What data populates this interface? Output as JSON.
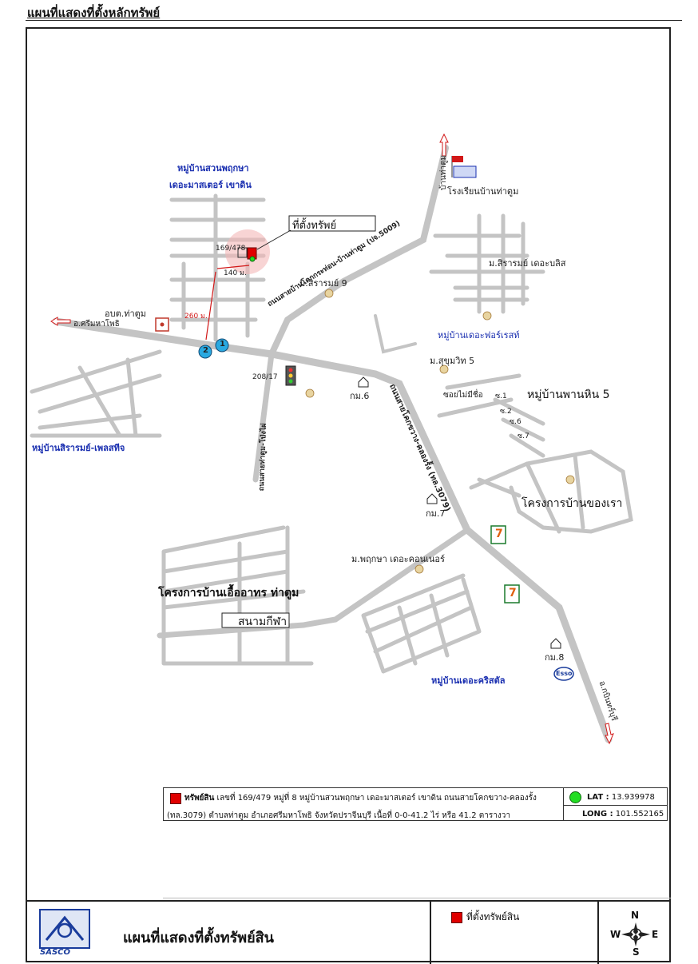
{
  "page": {
    "header_title": "แผนที่แสดงที่ตั้งหลักทรัพย์",
    "bottom_title": "แผนที่แสดงที่ตั้งทรัพย์สิน",
    "logo_text": "SASCO",
    "legend_marker_label": "ที่ตั้งทรัพย์สิน",
    "compass": {
      "n": "N",
      "s": "S",
      "e": "E",
      "w": "W"
    }
  },
  "labels": {
    "v_suanpruksa_1": "หมู่บ้านสวนพฤกษา",
    "v_suanpruksa_2": "เดอะมาสเตอร์ เขาดิน",
    "asset_box": "ที่ตั้งทรัพย์",
    "house_no": "169/478",
    "dist_140": "140 ม.",
    "dist_260": "260 ม.",
    "abt": "อบต.ท่าตูม",
    "to_srimahaphot": "อ.ศรีมหาโพธิ",
    "num1": "1",
    "num2": "2",
    "m_sirarom9": "ม.สิรารมย์ 9",
    "road_1": "ถนนสายบ้านโคกกระท่อน-บ้านท่าตูม (ปจ.5009)",
    "to_thatum": "บ้านท่าตูม",
    "school": "โรงเรียนบ้านท่าตูม",
    "m_sirarom_bliss": "ม.สิรารมย์ เดอะบลิส",
    "v_forest": "หมู่บ้านเดอะฟอร์เรสท์",
    "m_sukhumvit5": "ม.สุขุมวิท 5",
    "soi_noname": "ซอยไม่มีชื่อ",
    "s1": "ซ.1",
    "s2": "ซ.2",
    "s6": "ซ.6",
    "s7": "ซ.7",
    "v_panhin5": "หมู่บ้านพานหิน 5",
    "km6": "กม.6",
    "km7": "กม.7",
    "km8": "กม.8",
    "n208": "208/17",
    "road_2": "ถนนสายโคกขวาง-คลองรั้ง (ทล.3079)",
    "road_3": "ถนนสายท่าตูม-โป่งไผ่",
    "v_sirarom_prestige": "หมู่บ้านสิรารมย์-เพลสทีจ",
    "proj_ban_khong_rao": "โครงการบ้านของเรา",
    "m_pruksa_corner": "ม.พฤกษา เดอะคอนเนอร์",
    "proj_uea_athon": "โครงการบ้านเอื้ออาทร ท่าตูม",
    "stadium": "สนามกีฬา",
    "v_crystal": "หมู่บ้านเดอะคริสตัล",
    "to_kabinburi": "อ.กบินทร์บุรี",
    "esso": "Esso",
    "seven_a": "7",
    "seven_b": "7"
  },
  "legend": {
    "asset_label": "ทรัพย์สิน",
    "line1": "เลขที่ 169/479 หมู่ที่ 8 หมู่บ้านสวนพฤกษา เดอะมาสเตอร์ เขาดิน ถนนสายโคกขวาง-คลองรั้ง",
    "line2": "(ทล.3079) ตำบลท่าตูม อำเภอศรีมหาโพธิ จังหวัดปราจีนบุรี เนื้อที่ 0-0-41.2 ไร่ หรือ 41.2 ตารางวา",
    "lat_label": "LAT :",
    "lat_value": "13.939978",
    "long_label": "LONG :",
    "long_value": "101.552165"
  },
  "colors": {
    "road": "#c4c4c4",
    "asset": "#e00000",
    "village_label": "#1a2fb0",
    "highlight": "#f4b8b8",
    "marker_blue": "#29a9e1"
  }
}
